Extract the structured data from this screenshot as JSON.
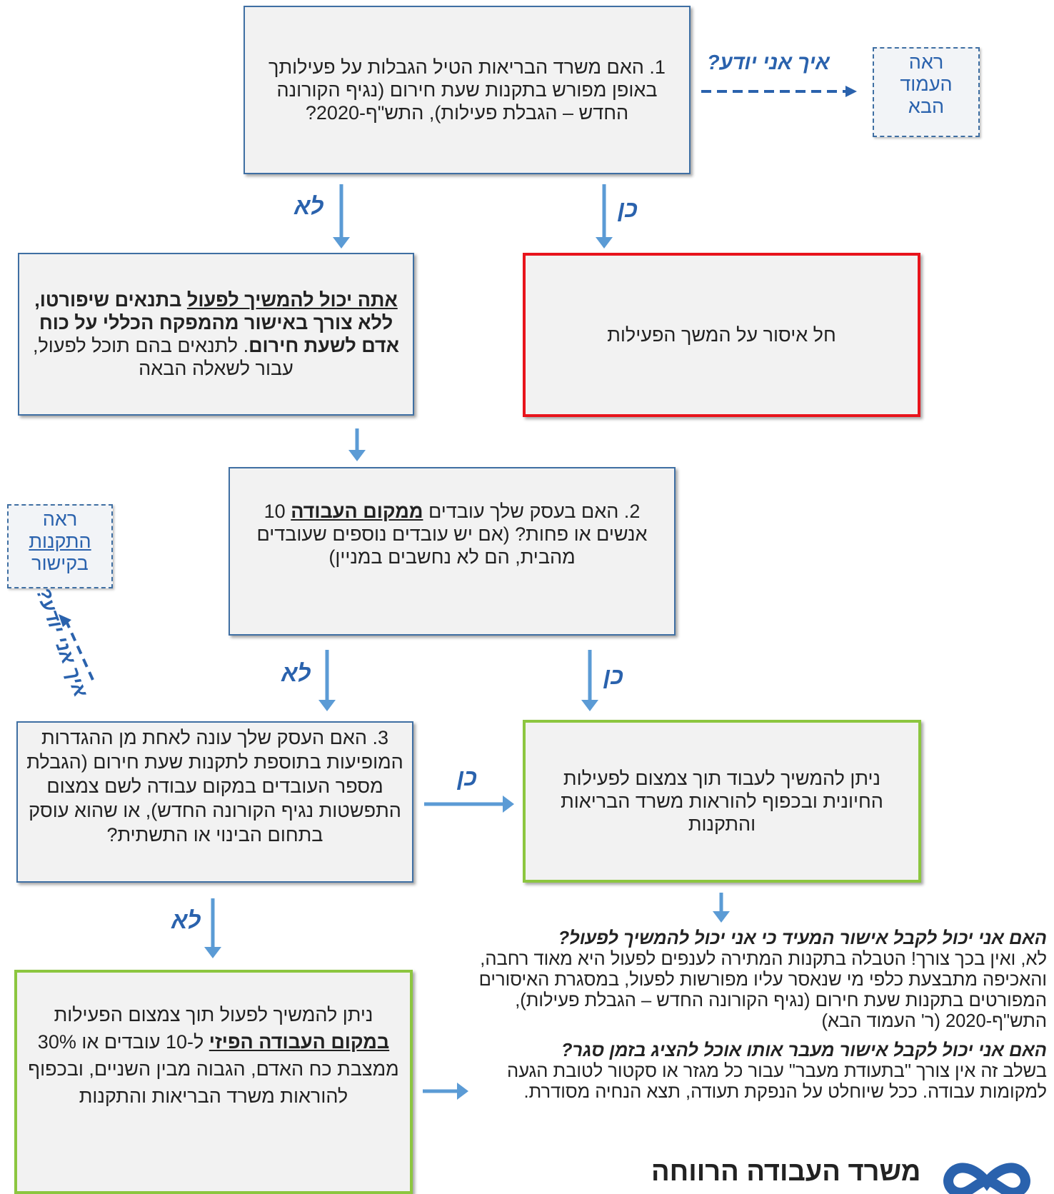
{
  "q1": {
    "text": "1. האם משרד הבריאות הטיל הגבלות על פעילותך באופן מפורש בתקנות שעת חירום (נגיף הקורונה החדש – הגבלת פעילות), התש\"ף-2020?"
  },
  "how_label_1": "איך אני יודע?",
  "see_next_page": {
    "line1": "ראה",
    "line2": "העמוד",
    "line3": "הבא"
  },
  "arrow_labels": {
    "no": "לא",
    "yes": "כן"
  },
  "prohibition": {
    "text": "חל איסור על המשך הפעילות"
  },
  "can_continue": {
    "part1": "אתה יכול להמשיך לפעול",
    "part2": " בתנאים שיפורטו, ללא צורך באישור מהמפקח הכללי על כוח אדם לשעת חירום",
    "part3": ". לתנאים בהם תוכל לפעול, עבור לשאלה הבאה"
  },
  "q2": {
    "part1": "2. האם בעסק שלך עובדים ",
    "part2": "ממקום העבודה",
    "part3": " 10 אנשים או פחות? (אם יש עובדים נוספים שעובדים מהבית, הם לא נחשבים במניין)"
  },
  "see_regs": {
    "line1": "ראה",
    "line2": "התקנות",
    "line3": "בקישור"
  },
  "how_label_2": "איך אני יודע?",
  "q3": {
    "text": "3. האם העסק שלך עונה לאחת מן ההגדרות המופיעות בתוספת לתקנות שעת חירום (הגבלת מספר העובדים במקום עבודה לשם צמצום התפשטות נגיף הקורונה החדש), או שהוא עוסק בתחום הבינוי או התשתית?"
  },
  "essential": {
    "text": "ניתן להמשיך לעבוד תוך צמצום לפעילות החיונית ובכפוף להוראות משרד הבריאות והתקנות"
  },
  "reduced": {
    "part1": "ניתן להמשיך לפעול תוך צמצום הפעילות ",
    "part2": "במקום העבודה הפיזי",
    "part3": " ל-10 עובדים או 30% ממצבת כח האדם, הגבוה מבין השניים, ובכפוף להוראות משרד הבריאות והתקנות"
  },
  "faq": {
    "q1": "האם אני יכול לקבל אישור המעיד כי אני יכול להמשיך לפעול?",
    "a1": "לא, ואין בכך צורך! הטבלה בתקנות המתירה לענפים לפעול היא מאוד רחבה, והאכיפה מתבצעת כלפי מי שנאסר עליו מפורשות לפעול, במסגרת האיסורים המפורטים בתקנות שעת חירום (נגיף הקורונה החדש – הגבלת פעילות), התש\"ף-2020 (ר' העמוד הבא)",
    "q2": "האם אני יכול לקבל אישור מעבר אותו אוכל להציג בזמן סגר?",
    "a2": "בשלב זה אין צורך \"בתעודת מעבר\" עבור כל מגזר או סקטור לטובת הגעה למקומות עבודה. ככל שיוחלט על הנפקת תעודה, תצא הנחיה מסודרת."
  },
  "logo": {
    "text": "משרד העבודה הרווחה"
  },
  "colors": {
    "accent_blue": "#2a62ad",
    "arrow_blue": "#5b9bd5",
    "box_border": "#3f6fa3",
    "red_border": "#e8141c",
    "green_border": "#8cc63f",
    "box_fill": "#f2f2f2"
  }
}
